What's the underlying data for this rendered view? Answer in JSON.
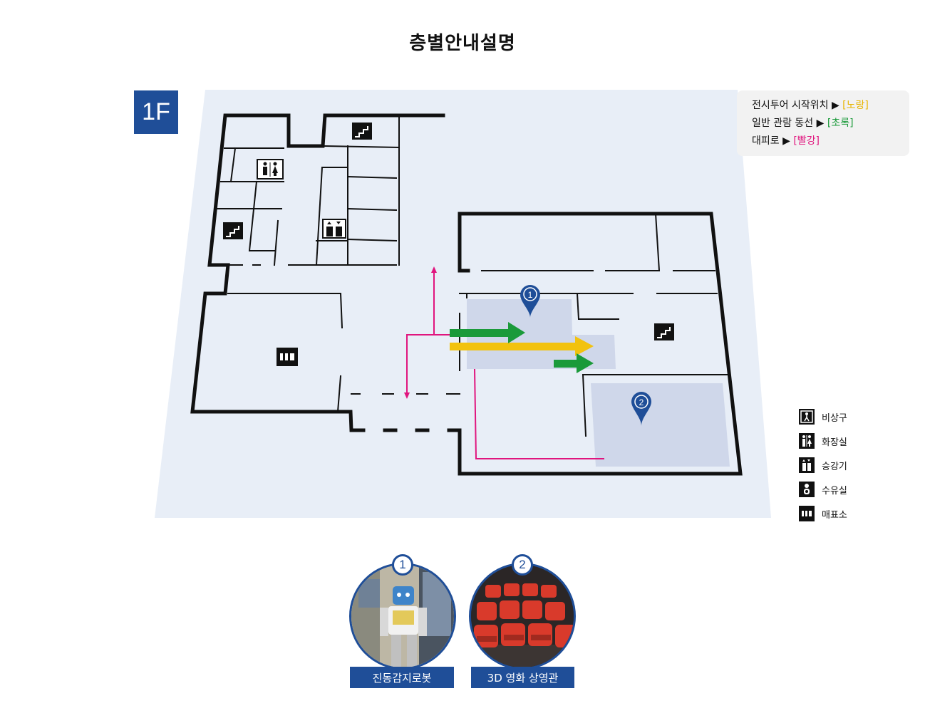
{
  "title": "층별안내설명",
  "floor": "1F",
  "route_legend": [
    {
      "prefix": "전시투어 시작위치 ▶ ",
      "tag": "[노랑]",
      "color": "#f2c20f"
    },
    {
      "prefix": "일반 관람 동선 ▶ ",
      "tag": "[초록]",
      "color": "#1a9a3a"
    },
    {
      "prefix": "대피로 ▶ ",
      "tag": "[빨강]",
      "color": "#e0157e"
    }
  ],
  "icon_legend": [
    {
      "icon": "emergency-exit-icon",
      "label": "비상구"
    },
    {
      "icon": "restroom-icon",
      "label": "화장실"
    },
    {
      "icon": "elevator-icon",
      "label": "승강기"
    },
    {
      "icon": "nursing-room-icon",
      "label": "수유실"
    },
    {
      "icon": "ticket-office-icon",
      "label": "매표소"
    }
  ],
  "markers": [
    {
      "number": "1",
      "name": "진동감지로봇"
    },
    {
      "number": "2",
      "name": "3D 영화 상영관"
    }
  ],
  "colors": {
    "accent": "#1f4e98",
    "floor": "#e8eef7",
    "exhibit": "#cfd7ea"
  }
}
